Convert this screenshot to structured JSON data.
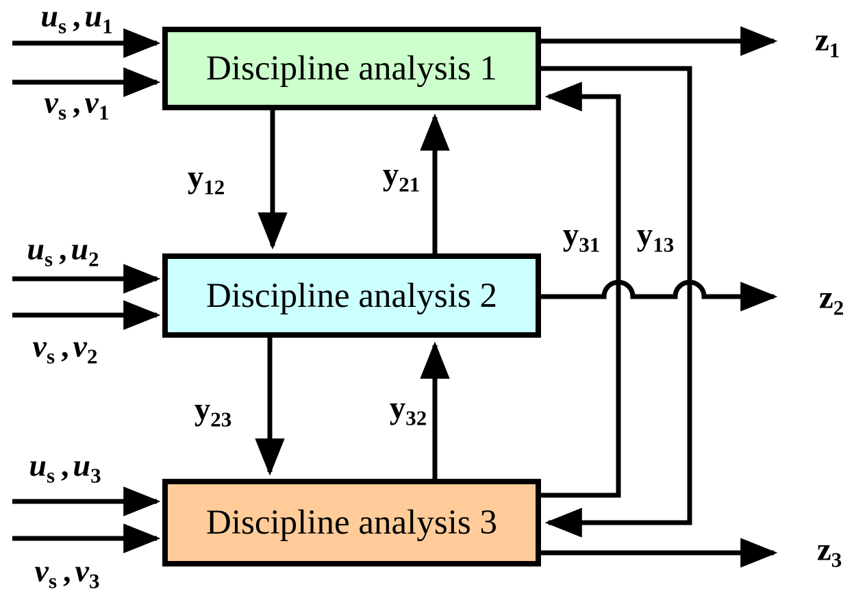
{
  "colors": {
    "background": "#ffffff",
    "line": "#000000",
    "box1_fill": "#ccffcc",
    "box2_fill": "#ccffff",
    "box3_fill": "#ffcc99"
  },
  "boxes": [
    {
      "label": "Discipline analysis 1"
    },
    {
      "label": "Discipline analysis 2"
    },
    {
      "label": "Discipline analysis 3"
    }
  ],
  "inputs": [
    {
      "a": "u",
      "a_sub": "s",
      "sep": ",",
      "b": "u",
      "b_sub": "1"
    },
    {
      "a": "v",
      "a_sub": "s",
      "sep": ",",
      "b": "v",
      "b_sub": "1"
    },
    {
      "a": "u",
      "a_sub": "s",
      "sep": ",",
      "b": "u",
      "b_sub": "2"
    },
    {
      "a": "v",
      "a_sub": "s",
      "sep": ",",
      "b": "v",
      "b_sub": "2"
    },
    {
      "a": "u",
      "a_sub": "s",
      "sep": ",",
      "b": "u",
      "b_sub": "3"
    },
    {
      "a": "v",
      "a_sub": "s",
      "sep": ",",
      "b": "v",
      "b_sub": "3"
    }
  ],
  "outputs": [
    {
      "base": "z",
      "sub": "1"
    },
    {
      "base": "z",
      "sub": "2"
    },
    {
      "base": "z",
      "sub": "3"
    }
  ],
  "couplings": [
    {
      "base": "y",
      "sub": "12"
    },
    {
      "base": "y",
      "sub": "21"
    },
    {
      "base": "y",
      "sub": "23"
    },
    {
      "base": "y",
      "sub": "32"
    },
    {
      "base": "y",
      "sub": "31"
    },
    {
      "base": "y",
      "sub": "13"
    }
  ]
}
